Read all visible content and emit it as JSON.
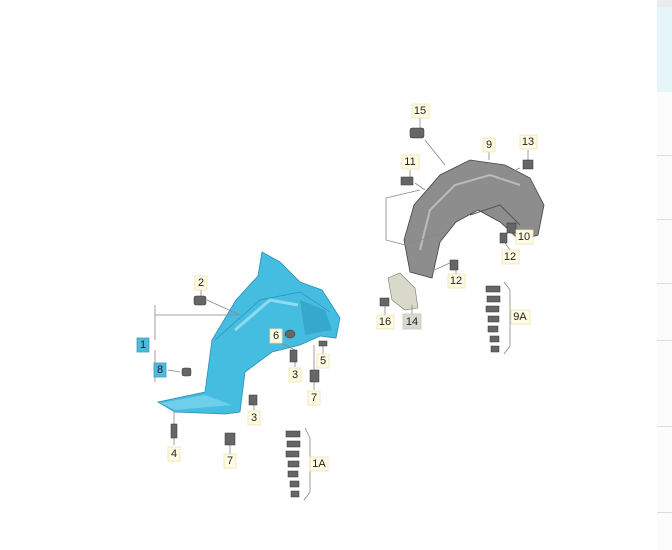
{
  "diagram": {
    "front_liner": {
      "labels": [
        "1",
        "8",
        "2",
        "6",
        "5",
        "3",
        "7",
        "3",
        "4",
        "7",
        "1A"
      ]
    },
    "rear_liner": {
      "labels": [
        "15",
        "9",
        "13",
        "11",
        "10",
        "12",
        "12",
        "16",
        "14",
        "9A"
      ]
    }
  },
  "colors": {
    "front_part": "#45bde0",
    "rear_part": "#8d8d8d",
    "label_bg": "#fffbe3",
    "selected_label": "#4fb8dc"
  }
}
